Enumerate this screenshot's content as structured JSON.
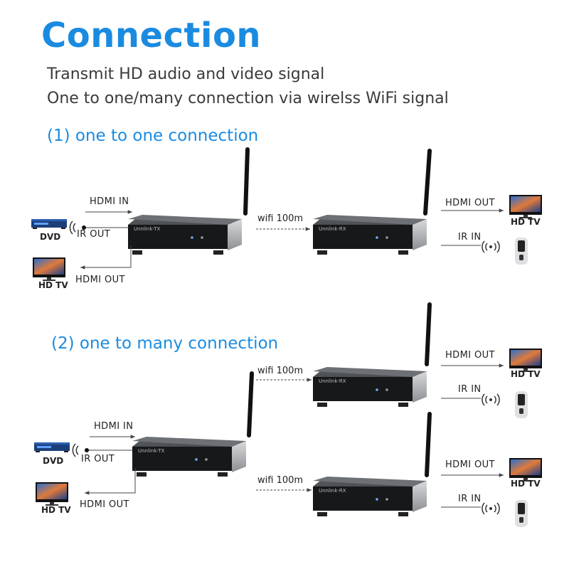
{
  "header": {
    "title": "Connection",
    "line1": "Transmit HD audio and video signal",
    "line2": "One to one/many connection via wirelss WiFi signal"
  },
  "section1": {
    "heading": "(1)  one to one connection",
    "hdmi_in": "HDMI IN",
    "ir_out": "IR OUT",
    "hdmi_out_local": "HDMI OUT",
    "dvd": "DVD",
    "hdtv_local": "HD TV",
    "wifi": "wifi 100m",
    "rx_hdmi_out": "HDMI OUT",
    "rx_hdtv": "HD TV",
    "rx_ir_in": "IR IN"
  },
  "section2": {
    "heading": "(2)  one to many connection",
    "hdmi_in": "HDMI IN",
    "ir_out": "IR OUT",
    "hdmi_out_local": "HDMI OUT",
    "dvd": "DVD",
    "hdtv_local": "HD TV",
    "wifi_a": "wifi 100m",
    "wifi_b": "wifi 100m",
    "rx_a_hdmi_out": "HDMI OUT",
    "rx_a_hdtv": "HD TV",
    "rx_a_ir_in": "IR IN",
    "rx_b_hdmi_out": "HDMI OUT",
    "rx_b_hdtv": "HD TV",
    "rx_b_ir_in": "IR IN"
  },
  "devices": {
    "tx_brand": "Unnlink-TX",
    "rx_brand": "Unnlink-RX"
  },
  "colors": {
    "accent": "#1a8be0",
    "device_body": "#1c1c1c",
    "device_side": "#a9abae"
  }
}
